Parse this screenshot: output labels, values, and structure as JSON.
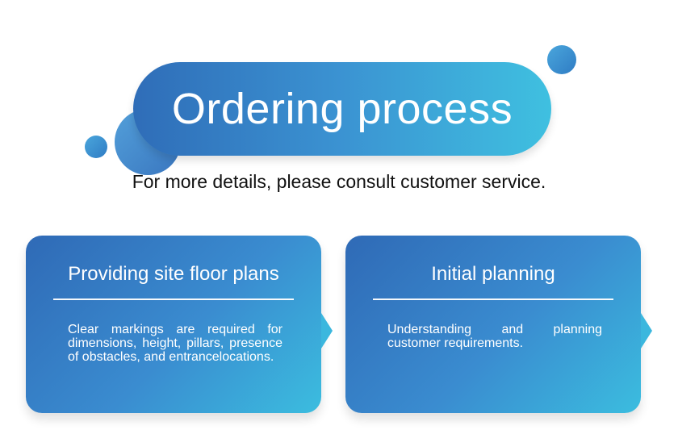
{
  "header": {
    "title": "Ordering process",
    "subtitle": "For more details, please consult customer service."
  },
  "colors": {
    "accent_dark": "#2f6ab6",
    "accent_light": "#3bbddf",
    "text_dark": "#111111",
    "text_light": "#ffffff"
  },
  "steps": [
    {
      "heading": "Providing site floor plans",
      "body": "Clear markings are required for dimensions, height, pillars, presence of obstacles, and entrancelocations."
    },
    {
      "heading": "Initial planning",
      "body": "Understanding and planning customer requirements."
    }
  ]
}
